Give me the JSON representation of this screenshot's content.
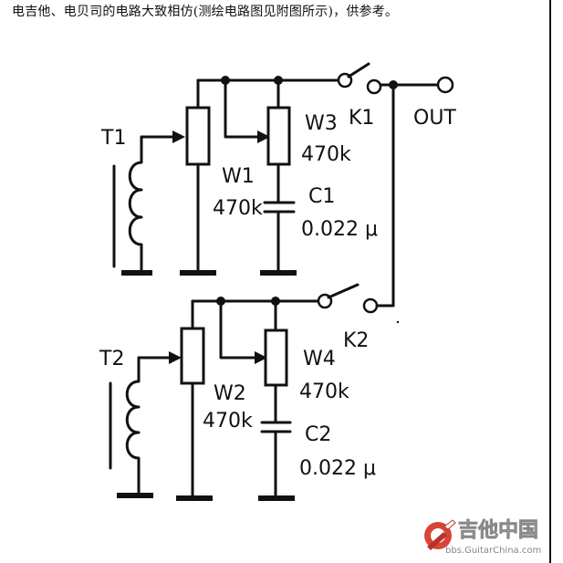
{
  "header": {
    "text": "电吉他、电贝司的电路大致相仿(测绘电路图见附图所示)，供参考。"
  },
  "circuit": {
    "pickup1": "T1",
    "pickup2": "T2",
    "vol1_name": "W1",
    "vol1_value": "470k",
    "tone1_name": "W3",
    "tone1_value": "470k",
    "cap1_name": "C1",
    "cap1_value": "0.022 μ",
    "vol2_name": "W2",
    "vol2_value": "470k",
    "tone2_name": "W4",
    "tone2_value": "470k",
    "cap2_name": "C2",
    "cap2_value": "0.022 μ",
    "switch1": "K1",
    "switch2": "K2",
    "output": "OUT"
  },
  "watermark": {
    "title": "吉他中国",
    "url": "bbs.GuitarChina.com"
  }
}
